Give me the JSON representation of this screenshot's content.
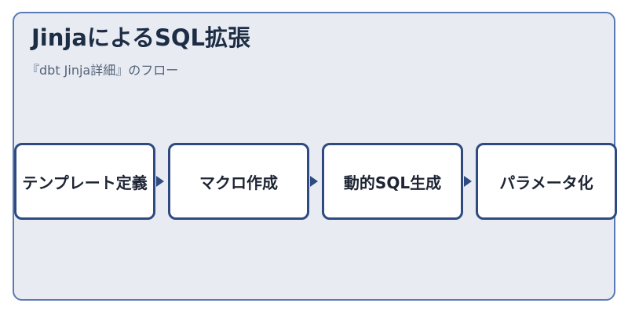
{
  "header": {
    "title": "JinjaによるSQL拡張",
    "subtitle": "『dbt Jinja詳細』のフロー"
  },
  "flow": {
    "steps": [
      {
        "label": "テンプレート定義"
      },
      {
        "label": "マクロ作成"
      },
      {
        "label": "動的SQL生成"
      },
      {
        "label": "パラメータ化"
      }
    ]
  },
  "colors": {
    "panel_background": "#e8ecf2",
    "panel_border": "#5a7ab5",
    "box_border": "#2e4a80",
    "title_text": "#1d2d45"
  }
}
